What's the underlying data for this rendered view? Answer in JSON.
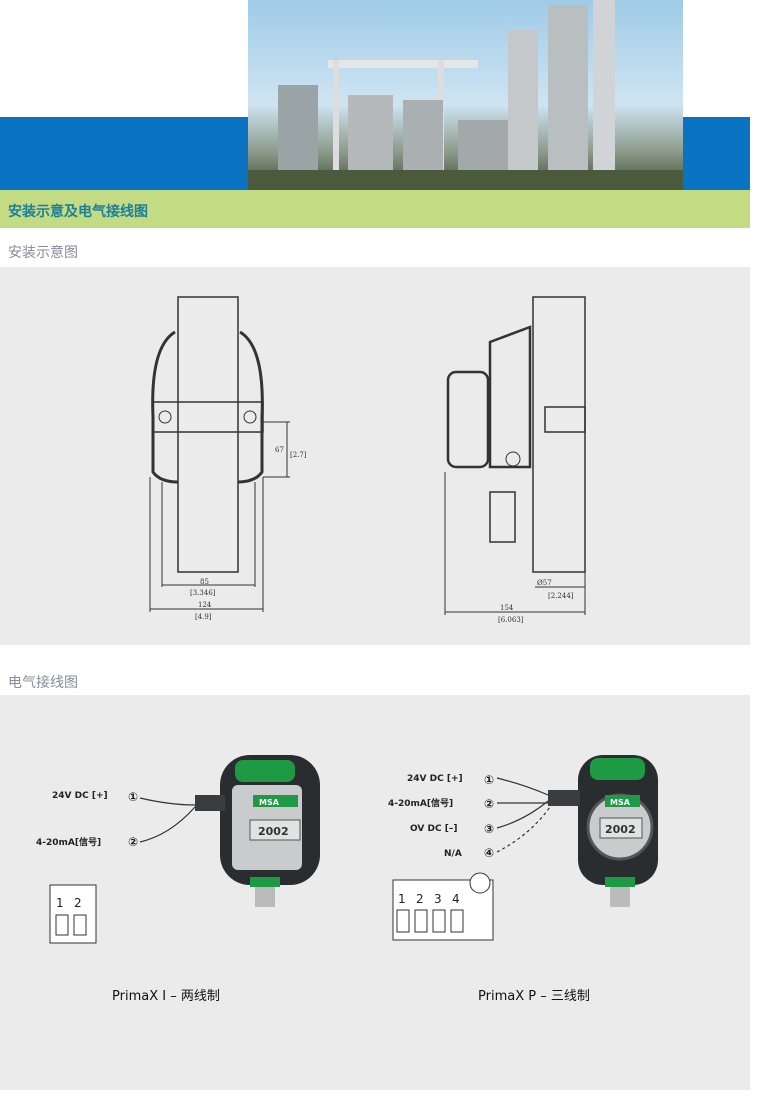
{
  "header": {
    "section_title": "安装示意及电气接线图"
  },
  "installation": {
    "title": "安装示意图",
    "front_dims": {
      "height": "67",
      "height_in": "[2.7]",
      "inner": "85",
      "inner_in": "[3.346]",
      "outer": "124",
      "outer_in": "[4.9]"
    },
    "side_dims": {
      "pipe": "Ø57",
      "pipe_in": "[2.244]",
      "depth": "154",
      "depth_in": "[6.063]"
    }
  },
  "wiring": {
    "title": "电气接线图",
    "left": {
      "terminals": [
        "24V DC [+]",
        "4-20mA[信号]"
      ],
      "numbers": [
        "①",
        "②"
      ],
      "block_labels": [
        "1",
        "2"
      ],
      "caption": "PrimaX I – 两线制",
      "display": "2002",
      "brand": "MSA"
    },
    "right": {
      "terminals": [
        "24V DC [+]",
        "4-20mA[信号]",
        "OV DC [–]",
        "N/A"
      ],
      "numbers": [
        "①",
        "②",
        "③",
        "④"
      ],
      "block_labels": [
        "1",
        "2",
        "3",
        "4"
      ],
      "caption": "PrimaX P – 三线制",
      "display": "2002",
      "brand": "MSA"
    }
  }
}
